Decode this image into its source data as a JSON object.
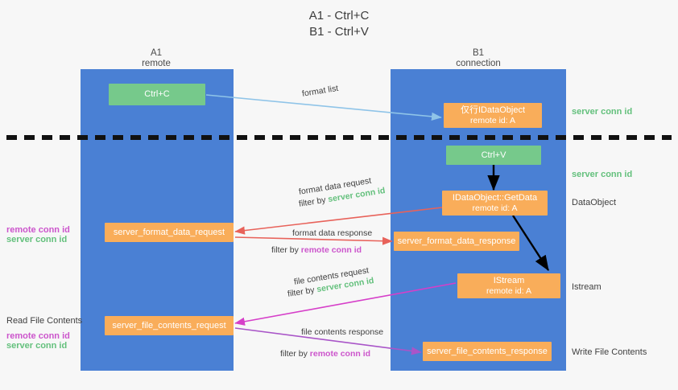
{
  "title": {
    "line1": "A1 - Ctrl+C",
    "line2": "B1 - Ctrl+V"
  },
  "columns": [
    {
      "name": "A1",
      "sub": "remote"
    },
    {
      "name": "B1",
      "sub": "connection"
    }
  ],
  "colors": {
    "lane": "#4a80d4",
    "green_node": "#76c98b",
    "orange_node": "#f9ad5a",
    "server_conn": "#63c07c",
    "remote_conn": "#cc55cc",
    "blue_arrow": "#8fc4e8",
    "red_arrow": "#e8625a",
    "magenta_arrow": "#d63fc9",
    "purple_arrow": "#a955c8",
    "black_arrow": "#000000",
    "divider": "#111111"
  },
  "nodes": [
    {
      "id": "ctrl_c",
      "label": "Ctrl+C",
      "sub": ""
    },
    {
      "id": "idataobject",
      "label": "仅行IDataObject",
      "sub": "remote id: A"
    },
    {
      "id": "ctrl_v",
      "label": "Ctrl+V",
      "sub": ""
    },
    {
      "id": "getdata",
      "label": "IDataObject::GetData",
      "sub": "remote id: A"
    },
    {
      "id": "fmt_req",
      "label": "server_format_data_request",
      "sub": ""
    },
    {
      "id": "fmt_resp",
      "label": "server_format_data_response",
      "sub": ""
    },
    {
      "id": "istream",
      "label": "IStream",
      "sub": "remote id: A"
    },
    {
      "id": "file_req",
      "label": "server_file_contents_request",
      "sub": ""
    },
    {
      "id": "file_resp",
      "label": "server_file_contents_response",
      "sub": ""
    }
  ],
  "edges": [
    {
      "id": "format_list",
      "label": "format list",
      "filter_prefix": "",
      "filter_key": ""
    },
    {
      "id": "format_data_request",
      "label": "format data request",
      "filter_prefix": "filter by ",
      "filter_key": "server conn id"
    },
    {
      "id": "format_data_response",
      "label": "format data response",
      "filter_prefix": "filter by ",
      "filter_key": "remote conn id"
    },
    {
      "id": "file_contents_request",
      "label": "file contents request",
      "filter_prefix": "filter by ",
      "filter_key": "server conn id"
    },
    {
      "id": "file_contents_response",
      "label": "file contents response",
      "filter_prefix": "filter by ",
      "filter_key": "remote conn id"
    }
  ],
  "right_labels": [
    {
      "id": "server_conn_top",
      "text": "server conn id",
      "kind": "green"
    },
    {
      "id": "server_conn_mid",
      "text": "server conn id",
      "kind": "green"
    },
    {
      "id": "dataobject",
      "text": "DataObject",
      "kind": "dark"
    },
    {
      "id": "istream_label",
      "text": "Istream",
      "kind": "dark"
    },
    {
      "id": "write_file_contents",
      "text": "Write File Contents",
      "kind": "dark"
    }
  ],
  "left_labels": [
    {
      "id": "remote_conn_1",
      "text": "remote conn id",
      "kind": "mag"
    },
    {
      "id": "server_conn_1",
      "text": "server conn id",
      "kind": "green"
    },
    {
      "id": "read_file_contents",
      "text": "Read File Contents",
      "kind": "dark"
    },
    {
      "id": "remote_conn_2",
      "text": "remote conn id",
      "kind": "mag"
    },
    {
      "id": "server_conn_2",
      "text": "server conn id",
      "kind": "green"
    }
  ]
}
